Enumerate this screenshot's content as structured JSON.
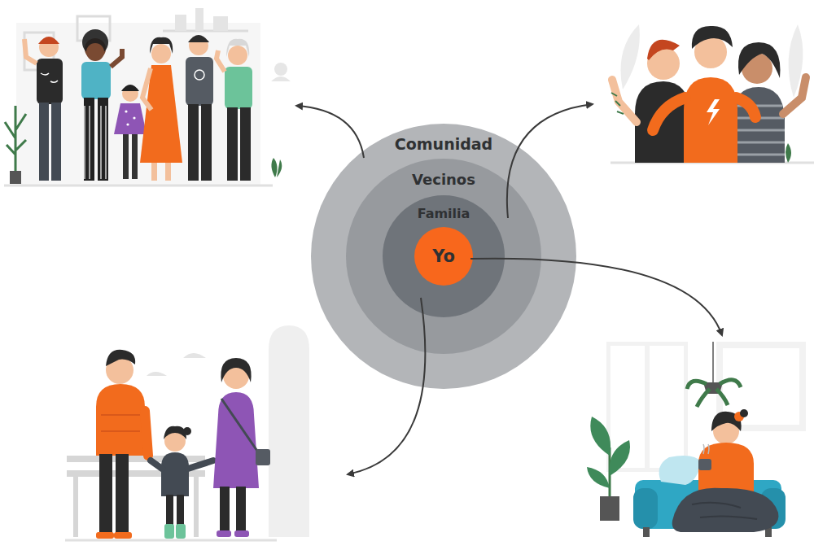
{
  "diagram": {
    "nodes": [
      {
        "text": [
          "Comunidad"
        ]
      },
      {
        "text": [
          "Vecinos"
        ],
        "in": 0
      },
      {
        "text": [
          "Familia"
        ],
        "in": 1
      },
      {
        "text": [
          "Yo"
        ],
        "in": 2
      }
    ]
  }
}
